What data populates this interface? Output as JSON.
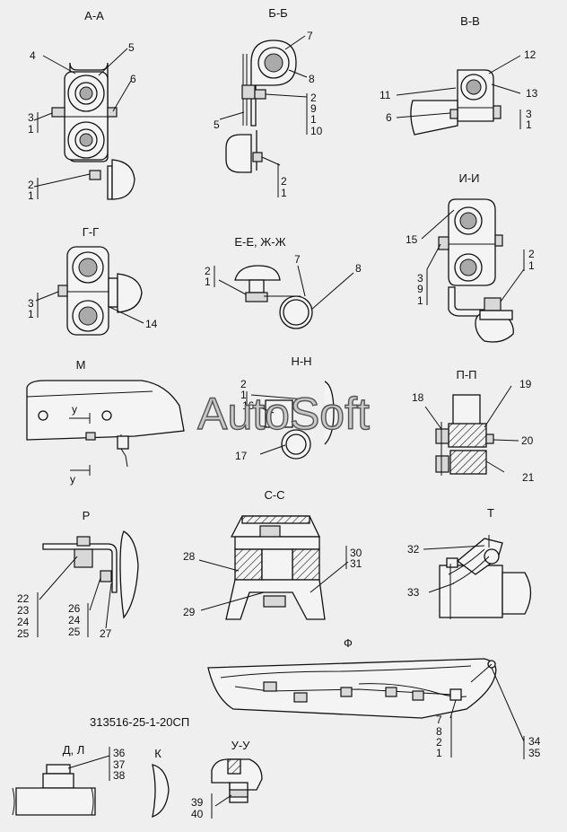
{
  "title_code": "313516-25-1-20СП",
  "watermark": "AutoSoft",
  "sections": [
    {
      "key": "aa",
      "title": "А-А",
      "callouts": [
        "4",
        "5",
        "6",
        "3",
        "1",
        "2",
        "1"
      ]
    },
    {
      "key": "bb",
      "title": "Б-Б",
      "callouts": [
        "7",
        "8",
        "2",
        "9",
        "1",
        "10",
        "5",
        "2",
        "1"
      ]
    },
    {
      "key": "vv",
      "title": "В-В",
      "callouts": [
        "12",
        "13",
        "11",
        "6",
        "3",
        "1"
      ]
    },
    {
      "key": "gg",
      "title": "Г-Г",
      "callouts": [
        "3",
        "1",
        "14"
      ]
    },
    {
      "key": "ee",
      "title": "Е-Е, Ж-Ж",
      "callouts": [
        "7",
        "8",
        "2",
        "1"
      ]
    },
    {
      "key": "ii",
      "title": "И-И",
      "callouts": [
        "15",
        "3",
        "9",
        "1",
        "2",
        "1"
      ]
    },
    {
      "key": "m",
      "title": "М",
      "callouts": [
        "у",
        "у"
      ]
    },
    {
      "key": "nn",
      "title": "Н-Н",
      "callouts": [
        "2",
        "1",
        "16",
        "17"
      ]
    },
    {
      "key": "pp",
      "title": "П-П",
      "callouts": [
        "18",
        "19",
        "20",
        "21"
      ]
    },
    {
      "key": "r",
      "title": "Р",
      "callouts": [
        "22",
        "23",
        "24",
        "25",
        "26",
        "24",
        "25",
        "27"
      ]
    },
    {
      "key": "ss",
      "title": "С-С",
      "callouts": [
        "28",
        "29",
        "30",
        "31"
      ]
    },
    {
      "key": "t",
      "title": "Т",
      "callouts": [
        "32",
        "33"
      ]
    },
    {
      "key": "f",
      "title": "Ф",
      "callouts": [
        "7",
        "8",
        "2",
        "1",
        "34",
        "35"
      ]
    },
    {
      "key": "dl",
      "title": "Д, Л",
      "callouts": [
        "36",
        "37",
        "38"
      ]
    },
    {
      "key": "k",
      "title": "К",
      "callouts": []
    },
    {
      "key": "uu",
      "title": "У-У",
      "callouts": [
        "39",
        "40"
      ]
    }
  ]
}
